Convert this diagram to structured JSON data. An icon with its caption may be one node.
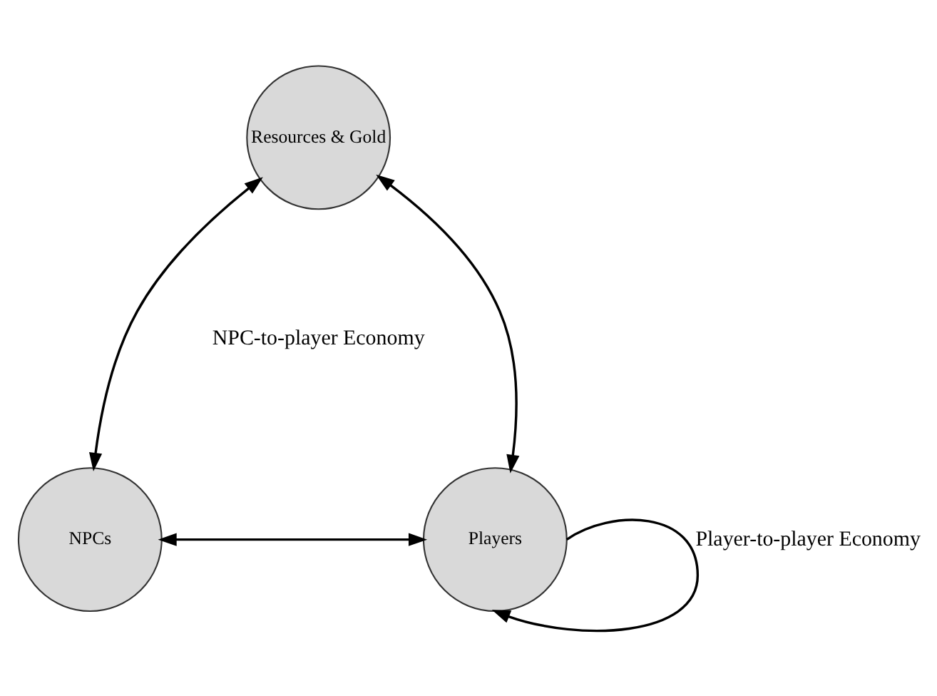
{
  "diagram": {
    "nodes": [
      {
        "text": [
          "Resources & Gold"
        ]
      },
      {
        "text": [
          "NPCs"
        ]
      },
      {
        "text": [
          "Players"
        ]
      }
    ],
    "edges": [
      {
        "from": 0,
        "to": 1,
        "arrow": "both"
      },
      {
        "from": 0,
        "to": 2,
        "arrow": "both"
      },
      {
        "from": 1,
        "to": 2,
        "arrow": "both"
      },
      {
        "from": 2,
        "to": 2,
        "arrow": "to",
        "label": "Player-to-player Economy"
      }
    ],
    "labels": [
      "NPC-to-player Economy"
    ]
  }
}
